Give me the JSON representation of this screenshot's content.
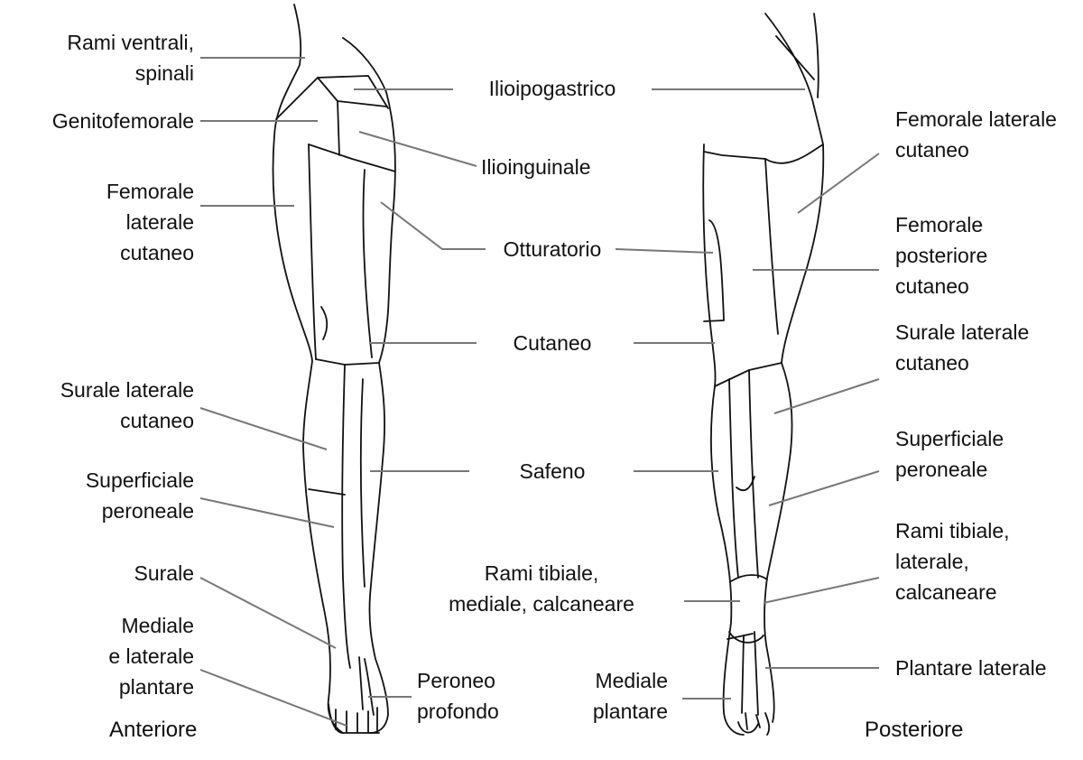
{
  "anterior_labels": {
    "rami_ventrali": "Rami ventrali,\nspinali",
    "genitofemorale": "Genitofemorale",
    "femorale_laterale": "Femorale\nlaterale\ncutaneo",
    "surale_laterale": "Surale laterale\ncutaneo",
    "superficiale_peroneale": "Superficiale\nperoneale",
    "surale": "Surale",
    "mediale_laterale_plantare": "Mediale\ne laterale\nplantare"
  },
  "center_labels": {
    "ilioipogastrico": "Ilioipogastrico",
    "ilioinguinale": "Ilioinguinale",
    "otturatorio": "Otturatorio",
    "cutaneo": "Cutaneo",
    "safeno": "Safeno",
    "peroneo_profondo": "Peroneo\nprofondo",
    "rami_tibiale_mediale": "Rami tibiale,\nmediale, calcaneare",
    "mediale_plantare": "Mediale\nplantare"
  },
  "posterior_labels": {
    "femorale_laterale": "Femorale laterale\ncutaneo",
    "femorale_posteriore": "Femorale\nposteriore\ncutaneo",
    "surale_laterale": "Surale laterale\ncutaneo",
    "superficiale_peroneale": "Superficiale\nperoneale",
    "rami_tibiale_laterale": "Rami tibiale,\nlaterale,\ncalcaneare",
    "plantare_laterale": "Plantare laterale"
  },
  "views": {
    "anterior": "Anteriore",
    "posterior": "Posteriore"
  }
}
